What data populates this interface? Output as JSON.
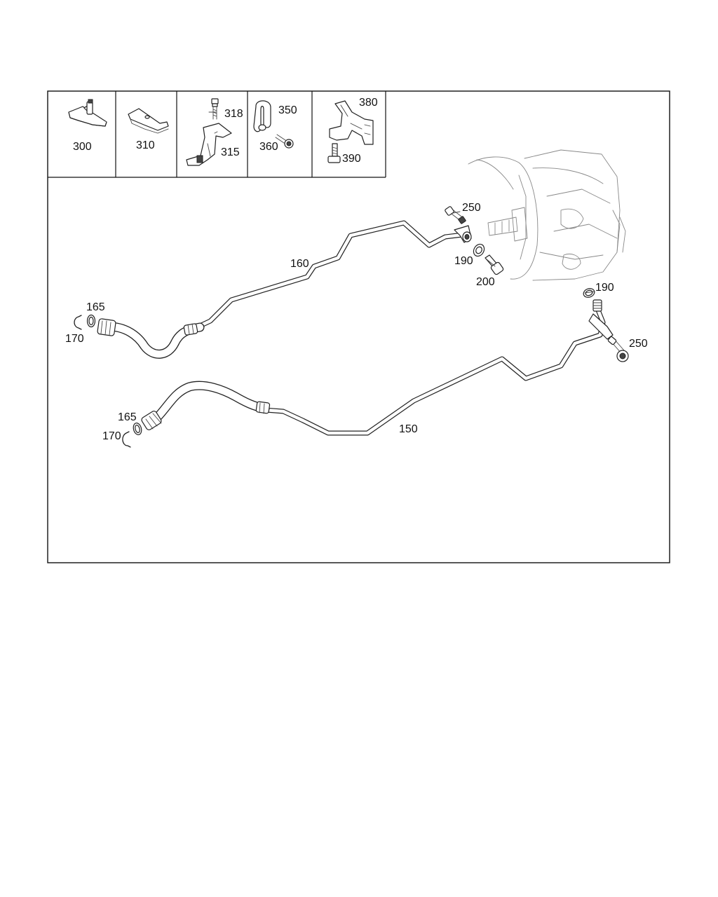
{
  "labels": {
    "p300": "300",
    "p310": "310",
    "p318": "318",
    "p315": "315",
    "p350": "350",
    "p360": "360",
    "p380": "380",
    "p390": "390",
    "p250_top": "250",
    "p160": "160",
    "p190_top": "190",
    "p200": "200",
    "p165_upper": "165",
    "p170_upper": "170",
    "p190_right": "190",
    "p250_right": "250",
    "p165_lower": "165",
    "p170_lower": "170",
    "p150": "150"
  }
}
